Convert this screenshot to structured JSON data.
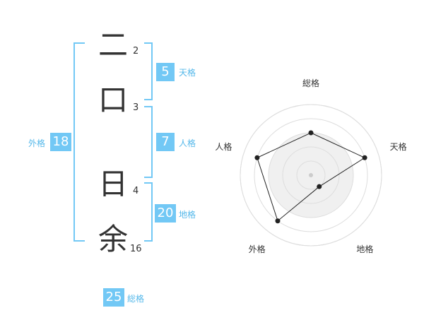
{
  "name": {
    "chars": [
      {
        "kanji": "二",
        "strokes": "2"
      },
      {
        "kanji": "口",
        "strokes": "3"
      },
      {
        "kanji": "日",
        "strokes": "4"
      },
      {
        "kanji": "余",
        "strokes": "16"
      }
    ]
  },
  "fortune": {
    "tenkaku": {
      "value": "5",
      "label": "天格"
    },
    "jinkaku": {
      "value": "7",
      "label": "人格"
    },
    "chikaku": {
      "value": "20",
      "label": "地格"
    },
    "gaikaku": {
      "value": "18",
      "label": "外格"
    },
    "soukaku": {
      "value": "25",
      "label": "総格"
    }
  },
  "colors": {
    "accent": "#72c8f5",
    "accent_text": "#55b8ea"
  },
  "chart_data": {
    "type": "radar",
    "axes": [
      "総格",
      "天格",
      "地格",
      "外格",
      "人格"
    ],
    "values": [
      3,
      4,
      1,
      4,
      4
    ],
    "max": 5,
    "grid": true
  }
}
